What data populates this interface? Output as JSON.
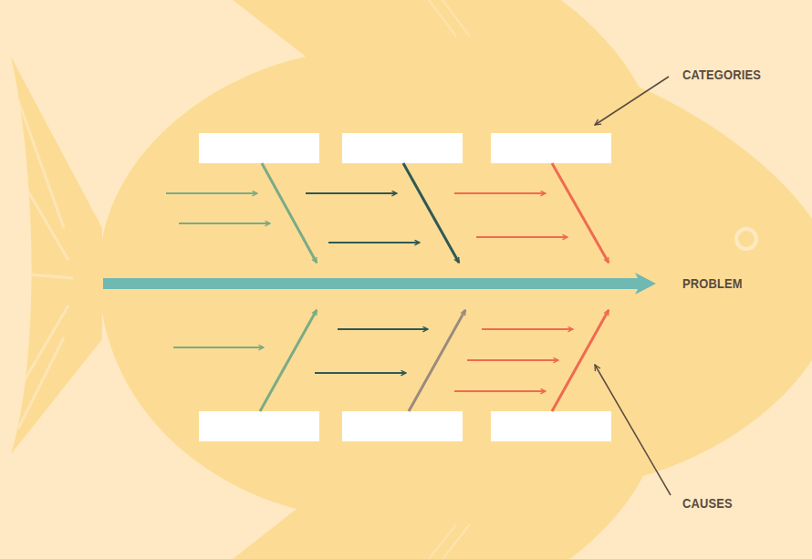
{
  "diagram": {
    "labels": [
      "CATEGORIES",
      "PROBLEM",
      "CAUSES"
    ]
  }
}
